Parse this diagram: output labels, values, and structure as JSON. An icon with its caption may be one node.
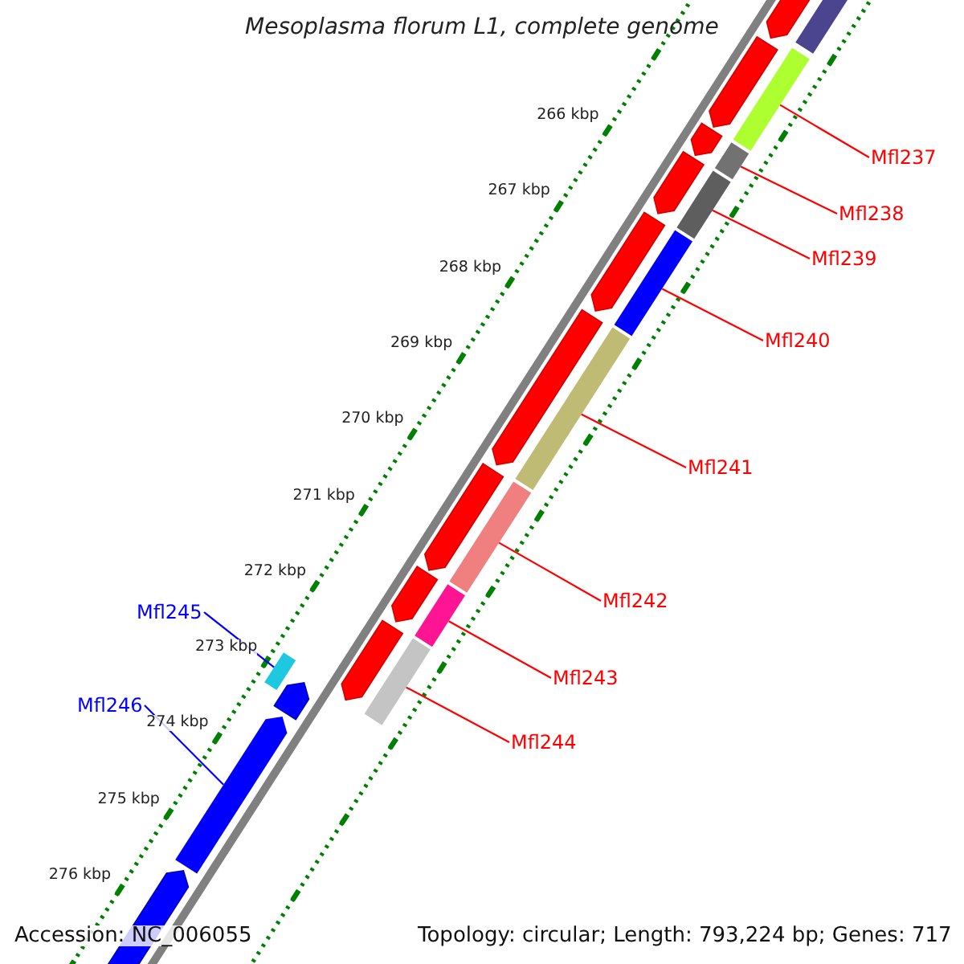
{
  "diagram": {
    "title": "Mesoplasma florum L1, complete genome",
    "nodes": [
      {
        "text": [
          "Mfl237"
        ]
      },
      {
        "text": [
          "Mfl238"
        ]
      },
      {
        "text": [
          "Mfl239"
        ]
      },
      {
        "text": [
          "Mfl240"
        ]
      },
      {
        "text": [
          "Mfl241"
        ]
      },
      {
        "text": [
          "Mfl242"
        ]
      },
      {
        "text": [
          "Mfl243"
        ]
      },
      {
        "text": [
          "Mfl244"
        ]
      },
      {
        "text": [
          "Mfl245"
        ]
      },
      {
        "text": [
          "Mfl246"
        ]
      },
      {
        "text": [],
        "shape": "bar"
      },
      {
        "text": [],
        "shape": "bar"
      },
      {
        "text": [],
        "shape": "bar"
      },
      {
        "text": [],
        "shape": "bar"
      },
      {
        "text": [],
        "shape": "bar"
      },
      {
        "text": [],
        "shape": "bar"
      },
      {
        "text": [],
        "shape": "bar"
      },
      {
        "text": [],
        "shape": "bar"
      },
      {
        "text": [],
        "shape": "bar"
      },
      {
        "text": [],
        "shape": "bar"
      }
    ],
    "edges": [
      {
        "from": 0,
        "to": 10,
        "arrow": "none"
      },
      {
        "from": 1,
        "to": 11,
        "arrow": "none"
      },
      {
        "from": 2,
        "to": 12,
        "arrow": "none"
      },
      {
        "from": 3,
        "to": 13,
        "arrow": "none"
      },
      {
        "from": 4,
        "to": 14,
        "arrow": "none"
      },
      {
        "from": 5,
        "to": 15,
        "arrow": "none"
      },
      {
        "from": 6,
        "to": 16,
        "arrow": "none"
      },
      {
        "from": 7,
        "to": 17,
        "arrow": "none"
      },
      {
        "from": 8,
        "to": 18,
        "arrow": "none",
        "color": "#0000ff"
      },
      {
        "from": 9,
        "to": 19,
        "arrow": "none",
        "color": "#0000ff"
      }
    ],
    "labels": [
      "266 kbp",
      "267 kbp",
      "268 kbp",
      "269 kbp",
      "270 kbp",
      "271 kbp",
      "272 kbp",
      "273 kbp",
      "274 kbp",
      "275 kbp",
      "276 kbp",
      "Accession: NC_006055",
      "Topology: circular; Length: 793,224 bp; Genes: 717"
    ]
  }
}
